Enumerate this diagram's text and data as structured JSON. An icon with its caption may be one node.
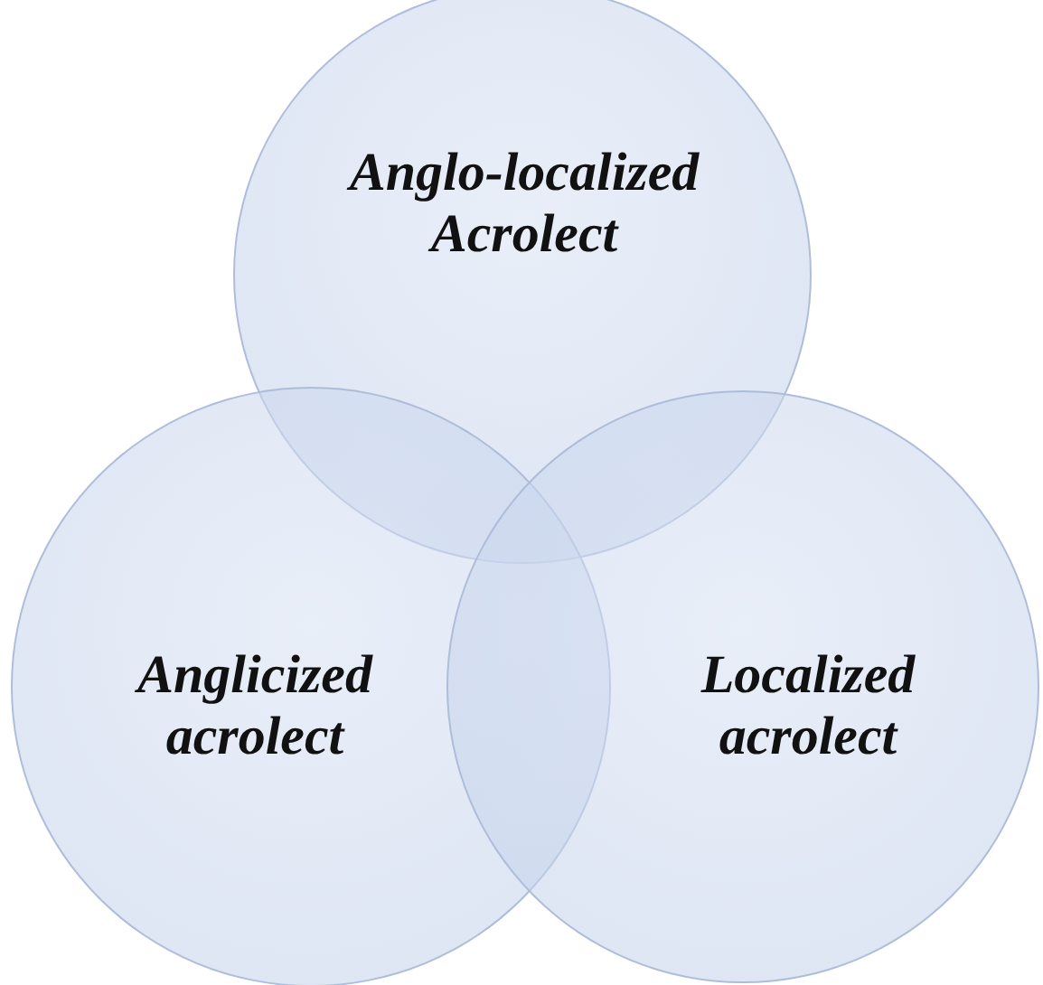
{
  "diagram": {
    "nodes": [
      {
        "text": [
          "Anglo-localized Acrolect"
        ]
      },
      {
        "text": [
          "Anglicized acrolect"
        ]
      },
      {
        "text": [
          "Localized acrolect"
        ]
      }
    ]
  }
}
